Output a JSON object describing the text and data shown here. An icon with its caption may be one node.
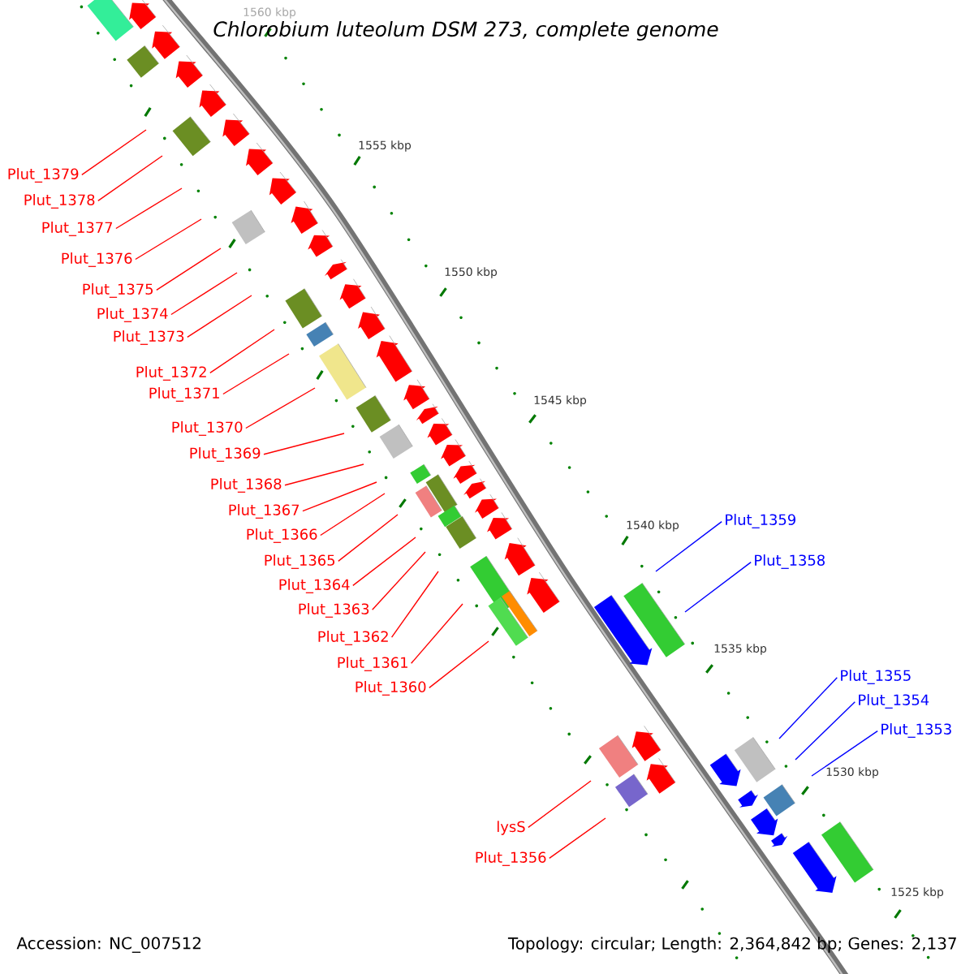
{
  "diagram": {
    "title": "Chlorobium luteolum DSM 273, complete genome",
    "nodes": [
      {
        "text": [
          "Plut_1379"
        ]
      },
      {
        "text": [
          "Plut_1378"
        ]
      },
      {
        "text": [
          "Plut_1377"
        ]
      },
      {
        "text": [
          "Plut_1376"
        ]
      },
      {
        "text": [
          "Plut_1375"
        ]
      },
      {
        "text": [
          "Plut_1374"
        ]
      },
      {
        "text": [
          "Plut_1373"
        ]
      },
      {
        "text": [
          "Plut_1372"
        ]
      },
      {
        "text": [
          "Plut_1371"
        ]
      },
      {
        "text": [
          "Plut_1370"
        ]
      },
      {
        "text": [
          "Plut_1369"
        ]
      },
      {
        "text": [
          "Plut_1368"
        ]
      },
      {
        "text": [
          "Plut_1367"
        ]
      },
      {
        "text": [
          "Plut_1366"
        ]
      },
      {
        "text": [
          "Plut_1365"
        ]
      },
      {
        "text": [
          "Plut_1364"
        ]
      },
      {
        "text": [
          "Plut_1363"
        ]
      },
      {
        "text": [
          "Plut_1362"
        ]
      },
      {
        "text": [
          "Plut_1361"
        ]
      },
      {
        "text": [
          "Plut_1360"
        ]
      },
      {
        "text": [
          "Plut_1359"
        ]
      },
      {
        "text": [
          "Plut_1358"
        ]
      },
      {
        "text": [
          "Plut_1355"
        ]
      },
      {
        "text": [
          "Plut_1354"
        ]
      },
      {
        "text": [
          "Plut_1353"
        ]
      },
      {
        "text": [
          "lysS"
        ]
      },
      {
        "text": [
          "Plut_1356"
        ]
      }
    ],
    "edges": [
      {
        "from": 0,
        "to": null,
        "arrow": "none"
      },
      {
        "from": 1,
        "to": null,
        "arrow": "none"
      },
      {
        "from": 2,
        "to": null,
        "arrow": "none"
      },
      {
        "from": 3,
        "to": null,
        "arrow": "none"
      },
      {
        "from": 4,
        "to": null,
        "arrow": "none"
      },
      {
        "from": 5,
        "to": null,
        "arrow": "none"
      },
      {
        "from": 6,
        "to": null,
        "arrow": "none"
      },
      {
        "from": 7,
        "to": null,
        "arrow": "none"
      },
      {
        "from": 8,
        "to": null,
        "arrow": "none"
      },
      {
        "from": 9,
        "to": null,
        "arrow": "none"
      },
      {
        "from": 10,
        "to": null,
        "arrow": "none"
      },
      {
        "from": 11,
        "to": null,
        "arrow": "none"
      },
      {
        "from": 12,
        "to": null,
        "arrow": "none"
      },
      {
        "from": 13,
        "to": null,
        "arrow": "none"
      },
      {
        "from": 14,
        "to": null,
        "arrow": "none"
      },
      {
        "from": 15,
        "to": null,
        "arrow": "none"
      },
      {
        "from": 16,
        "to": null,
        "arrow": "none"
      },
      {
        "from": 17,
        "to": null,
        "arrow": "none"
      },
      {
        "from": 18,
        "to": null,
        "arrow": "none"
      },
      {
        "from": 19,
        "to": null,
        "arrow": "none"
      },
      {
        "from": 20,
        "to": null,
        "arrow": "none",
        "color": "#0000ff"
      },
      {
        "from": 21,
        "to": null,
        "arrow": "none",
        "color": "#0000ff"
      },
      {
        "from": 22,
        "to": null,
        "arrow": "none",
        "color": "#0000ff"
      },
      {
        "from": 23,
        "to": null,
        "arrow": "none",
        "color": "#0000ff"
      },
      {
        "from": 24,
        "to": null,
        "arrow": "none",
        "color": "#0000ff"
      },
      {
        "from": 25,
        "to": null,
        "arrow": "none"
      },
      {
        "from": 26,
        "to": null,
        "arrow": "none"
      }
    ],
    "labels": [
      "1560 kbp",
      "1555 kbp",
      "1550 kbp",
      "1545 kbp",
      "1540 kbp",
      "1535 kbp",
      "1530 kbp",
      "1525 kbp",
      "Accession: NC_007512",
      "Topology: circular; Length: 2,364,842 bp; Genes: 2,137"
    ]
  }
}
